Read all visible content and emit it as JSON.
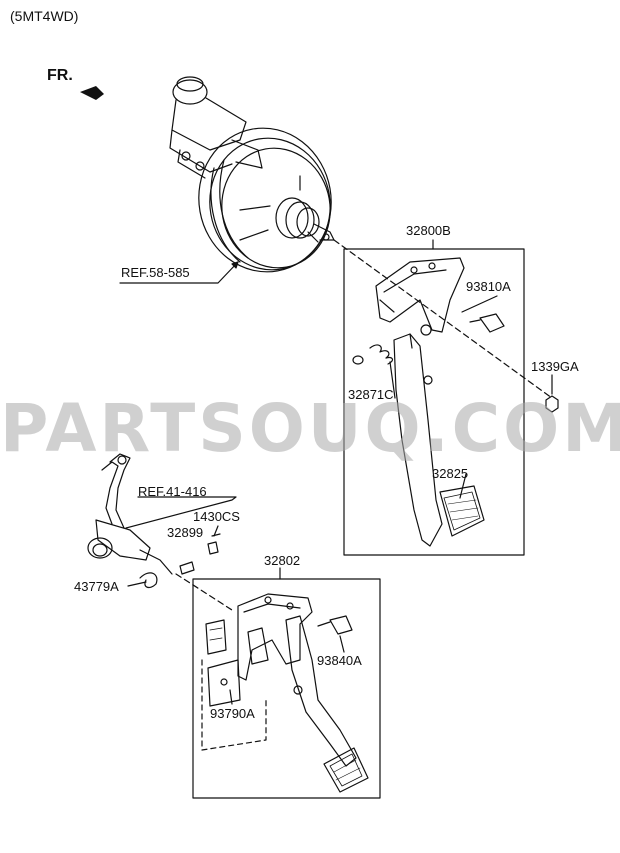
{
  "header": {
    "variant": "(5MT4WD)",
    "front_marker": "FR."
  },
  "labels": {
    "ref_booster": "REF.58-585",
    "ref_clutch": "REF.41-416",
    "clutch_assy": "32800B",
    "switch_a": "93810A",
    "nut": "1339GA",
    "spring": "32871C",
    "pad": "32825",
    "pin": "32899",
    "bolt": "1430CS",
    "clip": "43779A",
    "brake_assy": "32802",
    "switch_b": "93840A",
    "sensor": "93790A"
  },
  "watermark": "PARTSOUQ.COM",
  "colors": {
    "line": "#111111",
    "watermark": "#aaaaaa"
  }
}
